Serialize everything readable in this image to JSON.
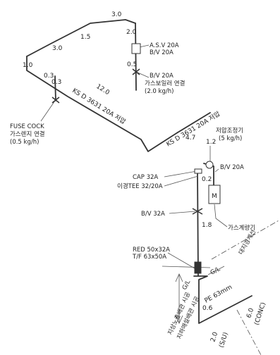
{
  "dims": {
    "d3_0": "3.0",
    "d2_0": "2.0",
    "d1_5": "1.5",
    "d3_0b": "3.0",
    "d1_0": "1.0",
    "d0_5": "0.5",
    "d0_3": "0.3",
    "d0_3b": "0.3",
    "d12_0": "12.0",
    "d4_7": "4.7",
    "d1_2": "1.2",
    "d0_2": "0.2",
    "d1_8": "1.8",
    "d0_6": "0.6",
    "d6_0": "6.0",
    "conc": "(CONC)",
    "d2_0b": "2.0",
    "su": "(S/U)"
  },
  "pipe_labels": {
    "ks_upper": "KS D 3631 20A 저압",
    "ks_lower": "KS D 3631 20A 저압",
    "pe": "PE 63mm"
  },
  "annotations": {
    "asv_line1": "A.S.V 20A",
    "asv_line2": "B/V 20A",
    "boiler_line1": "B/V 20A",
    "boiler_line2": "가스보일러 연결",
    "boiler_line3": "(2.0 kg/h)",
    "fuse_line1": "FUSE COCK",
    "fuse_line2": "가스렌지 연결",
    "fuse_line3": "(0.5 kg/h)",
    "reg_line1": "저압조정기",
    "reg_line2": "(5 kg/h)",
    "bv20": "B/V 20A",
    "cap": "CAP 32A",
    "tee": "이경TEE 32/20A",
    "bv32": "B/V 32A",
    "meter_letter": "M",
    "meter_label": "가스계량기",
    "red_line1": "RED 50x32A",
    "red_line2": "T/F 63x50A",
    "gl_right": "G/L",
    "gl_left": "G/L",
    "boundary": "대지경계선",
    "above_ground": "지상노출배관 시공",
    "below_ground": "지하매설배관 시공"
  }
}
